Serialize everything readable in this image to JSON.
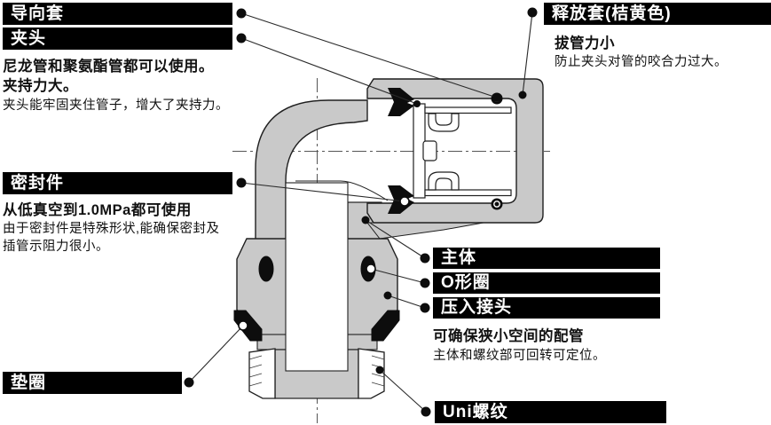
{
  "figure": {
    "type": "technical-cross-section",
    "subject": "push-in pneumatic elbow fitting (one-touch tube fitting), cutaway view with part callouts"
  },
  "colors": {
    "part_fill": "#c9c9c9",
    "outline": "#1f1f1f",
    "black_part": "#0d0d0d",
    "label_bar_bg": "#000000",
    "label_bar_text": "#ffffff",
    "leader_line": "#2a2a2a"
  },
  "callouts": {
    "guide_sleeve": {
      "title": "导向套"
    },
    "collet": {
      "title": "夹头",
      "line1": "尼龙管和聚氨酯管都可以使用。",
      "line2": "夹持力大。",
      "line3": "夹头能牢固夹住管子，增大了夹持力。"
    },
    "seal": {
      "title": "密封件",
      "line1": "从低真空到1.0MPa都可使用",
      "line2": "由于密封件是特殊形状,能确保密封及",
      "line3": "插管示阻力很小。"
    },
    "release_sleeve": {
      "title": "释放套(桔黄色)",
      "line1": "拔管力小",
      "line2": "防止夹头对管的咬合力过大。"
    },
    "body": {
      "title": "主体"
    },
    "o_ring": {
      "title": "O形圈"
    },
    "press_in_fitting": {
      "title": "压入接头",
      "line1": "可确保狭小空间的配管",
      "line2": "主体和螺纹部可回转可定位。"
    },
    "washer": {
      "title": "垫圈"
    },
    "uni_thread": {
      "title": "Uni螺纹"
    }
  }
}
